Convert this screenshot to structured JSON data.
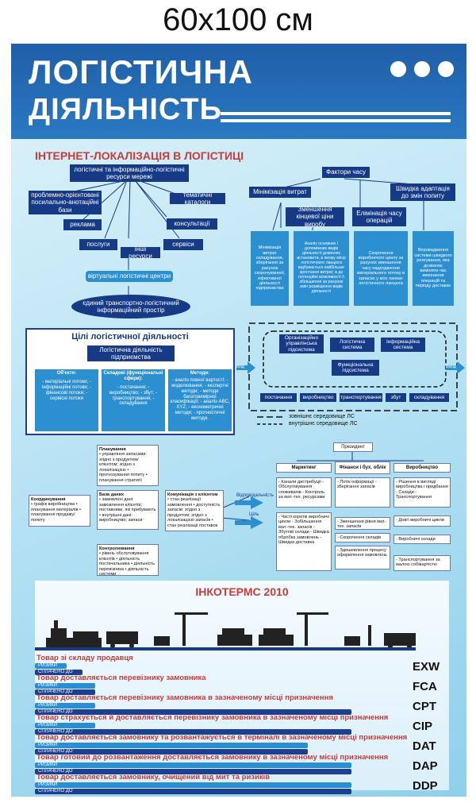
{
  "size_label": "60х100 см",
  "header": {
    "line1": "ЛОГІСТИЧНА",
    "line2": "ДІЯЛЬНІСТЬ"
  },
  "internet": {
    "title": "ІНТЕРНЕТ-ЛОКАЛІЗАЦІЯ В ЛОГІСТИЦІ",
    "top": "логістичні та інформаційно-логістичні ресурси мережі",
    "problem": "проблемно-орієнтовані посилально-анотаційні бази",
    "thematic": "тематичні каталоги",
    "ads": "реклама",
    "consult": "консультації",
    "services1": "послуги",
    "other": "інші ресурси",
    "services2": "сервіси",
    "virtual": "віртуальні логістичні центри",
    "single": "єдиний транспортно-логістичний інформаційний простір"
  },
  "time": {
    "factors": "Фактори часу",
    "min": "Мінімізація витрат",
    "fast": "Швидка адаптація до змін попиту",
    "reduce": "Зменшення кінцевої ціни виробу",
    "elim": "Елімінація часу операцій",
    "c1": "Мінімізація витрат складування, зберігання за рахунок скорочуванної, ефективної діяльності підприємства",
    "c2": "Аналіз основних і допоміжних видів діяльності дозволяє встановити, в якому місці логістичного ланцюга відбувається найбільше зростання витрат, а до потенційні можливості її збільшення за рахунок змін розміщення видів діяльності",
    "c3": "Скорочення виробничого циклу за рахунок зменшення часу надходження матеріального потоку в запасах у всіх ланках логістичного ланцюга",
    "c4": "Впровадження системи швидкого реагування, яка дозволяє виміняти час виконання операцій та періоду доставки"
  },
  "goals": {
    "title": "Цілі логістичної діяльності",
    "sub": "Логістична діяльність підприємства",
    "col1_head": "Об'єкти:",
    "col1": "- матеріальні потоки; - інформаційні потоки; - фінансові потоки; - сервісні потоки",
    "col2_head": "Складові (функціональні сфери):",
    "col2": "- постачання; - виробництво; - збут; - транспортування; - складування",
    "col3_head": "Методи:",
    "col3": "- аналіз повної вартості; - моделювання; - експертні методи; - методи багатовимірної класифікації; - аналіз ABC, XYZ; - економетричні методи; - прогностичні методи."
  },
  "system": {
    "org": "Організаційно управлінська підсистема",
    "log": "Логістична система",
    "info": "Інформаційна система",
    "func": "Функціональна підсистема",
    "left_label": "Вхід",
    "right_label": "Вихід",
    "s1": "постачання",
    "s2": "виробництво",
    "s3": "транспортування",
    "s4": "збут",
    "s5": "складування",
    "legend1": "зовнішнє середовище ЛС",
    "legend2": "внутрішнє середовище ЛС"
  },
  "plan": {
    "plan_title": "Планування",
    "plan": "• управління запасами: згідно з продуктом/клієнтом; згідно з локалізацією • прогнозування попиту • планування стратегії",
    "coord_title": "Координування",
    "coord": "• графік виробництва • планування матеріалів • планування продажу/попиту",
    "base_title": "База даних",
    "base": "• замовлені дані: замовлення клієнтів; поставники, які прибувають • внутрішні дані: виробництво; запаси",
    "comm_title": "Комунікація з клієнтом",
    "comm": "• стан реалізації замовлення • доступність запасів: згідно з продуктом; згідно з локалізацією запасів • стан реалізації поставок",
    "ctrl_title": "Контролювання",
    "ctrl": "• рівень обслуговування клієнтів • діяльність постачальника • діяльність перевізника • діяльність системи",
    "resp": "Відповідальність",
    "goal": "Ціль"
  },
  "org": {
    "president": "Президент",
    "marketing": "Маркетинг",
    "finance": "Фінанси і бух. облік",
    "production": "Виробництво",
    "m1": "- Канали дистрибуції - Обслуговування споживачів - Контроль за мат.-тех. ресурсами",
    "f1": "- Потік інформації - зберігання запасів",
    "p1": "- Рішення в вигляді виробництва і придбання - Склади - Транспортування",
    "m2": "- Часті короткі виробничі цикли - Зобільшення мат.-тех. запасів - Збутові склади - Швидка обробка замовлень - Швидка доставка",
    "f2a": "- Зменшення рівня мат.-тех. запасів",
    "f2b": "- Скорочення складів",
    "f2c": "- Здешевлення процесу оформлення замовлень",
    "p2a": "- Довгі виробничі цикли",
    "p2b": "- Виробничі склади",
    "p2c": "- Транспортування за малою собівартістю"
  },
  "incoterms": {
    "title": "ІНКОТЕРМС 2010",
    "risk": "РИЗИКИ",
    "paid": "СПЛАЧЕНО ДО",
    "rows": [
      {
        "label": "Товар зі складу продавця",
        "code": "EXW",
        "risk": 0.05,
        "paid": 0.05
      },
      {
        "label": "Товар доставляється перевізнику замовника",
        "code": "FCA",
        "risk": 0.18,
        "paid": 0.18
      },
      {
        "label": "Товар доставляється перевізнику замовника в зазначеному місці призначення",
        "code": "CPT",
        "risk": 0.18,
        "paid": 0.95
      },
      {
        "label": "Товар страхується й доставляється перевізнику замовника в зазначеному місці призначення",
        "code": "CIP",
        "risk": 0.18,
        "paid": 0.95
      },
      {
        "label": "Товар доставляється замовнику та розвантажується в терміналі в зазначеному місці призначення",
        "code": "DAT",
        "risk": 0.82,
        "paid": 0.82
      },
      {
        "label": "Товар готовий до розвантаження доставляється замовнику в зазначеному місці призначення",
        "code": "DAP",
        "risk": 0.95,
        "paid": 0.95
      },
      {
        "label": "Товар доставляється замовнику, очищений від мит та ризиків",
        "code": "DDP",
        "risk": 0.95,
        "paid": 0.95
      }
    ]
  },
  "colors": {
    "navy": "#163a86",
    "risk": "#2a8fd2",
    "paid": "#1d3f8f",
    "red": "#c83b3b"
  }
}
